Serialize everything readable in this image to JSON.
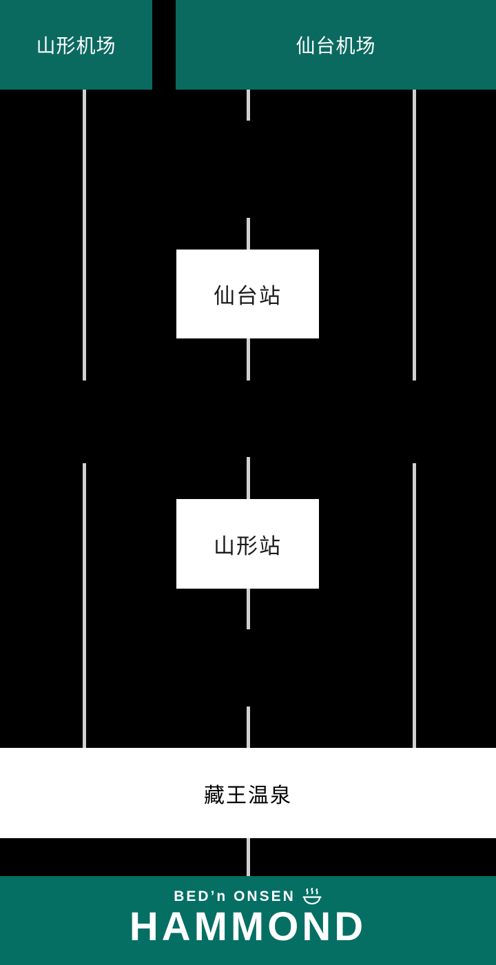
{
  "colors": {
    "background": "#000000",
    "header_teal": "#0a6a60",
    "footer_teal": "#056f64",
    "line_gray": "#d0d0d0",
    "station_text": "#1b1b1b"
  },
  "diagram": {
    "airports": [
      {
        "id": "yamagata-airport",
        "label": "山形机场"
      },
      {
        "id": "sendai-airport",
        "label": "仙台机场"
      }
    ],
    "stations": [
      {
        "id": "sendai-station",
        "label": "仙台站"
      },
      {
        "id": "yamagata-station",
        "label": "山形站"
      }
    ],
    "destination": {
      "label": "藏王温泉"
    }
  },
  "footer": {
    "brand_top": "BED’n ONSEN",
    "brand_name": "HAMMOND",
    "onsen_icon": "hot-springs-icon"
  }
}
